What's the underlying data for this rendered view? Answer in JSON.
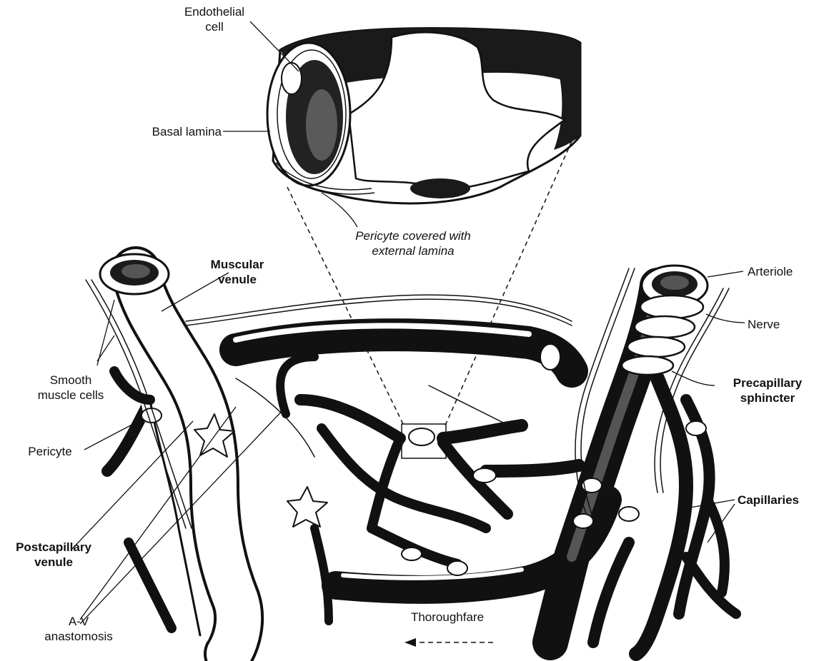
{
  "colors": {
    "ink": "#111111",
    "vessel_dark": "#1a1a1a",
    "vessel_light": "#ffffff",
    "background": "#ffffff"
  },
  "labels": {
    "endothelial_cell": [
      "Endothelial",
      "cell"
    ],
    "basal_lamina": "Basal lamina",
    "pericyte_external": [
      "Pericyte covered with",
      "external lamina"
    ],
    "muscular_venule": [
      "Muscular",
      "venule"
    ],
    "arteriole": "Arteriole",
    "nerve": "Nerve",
    "smooth_muscle": [
      "Smooth",
      "muscle cells"
    ],
    "precapillary_sphincter": [
      "Precapillary",
      "sphincter"
    ],
    "pericyte": "Pericyte",
    "capillaries": "Capillaries",
    "postcapillary_venule": [
      "Postcapillary",
      "venule"
    ],
    "av_anastomosis": [
      "A-V",
      "anastomosis"
    ],
    "thoroughfare": "Thoroughfare"
  }
}
